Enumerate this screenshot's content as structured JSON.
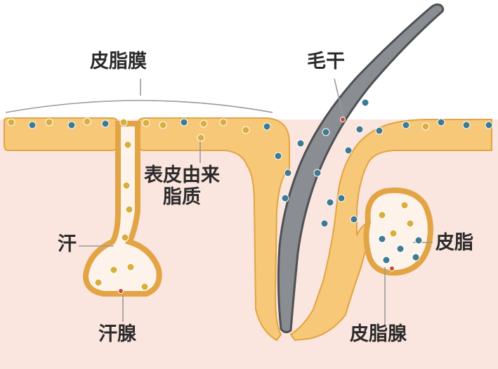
{
  "labels": {
    "sebum_film": "皮脂膜",
    "hair_shaft": "毛干",
    "epidermal_lipid_line1": "表皮由来",
    "epidermal_lipid_line2": "脂质",
    "sweat": "汗",
    "sebum": "皮脂",
    "sweat_gland": "汗腺",
    "sebaceous_gland": "皮脂腺"
  },
  "colors": {
    "background": "#ffffff",
    "dermis": "#fbe6df",
    "epidermis": "#f6c877",
    "epidermis_edge": "#e2a444",
    "gland_interior": "#fdf3ea",
    "hair": "#8a8d92",
    "hair_edge": "#4d5055",
    "dot_gold": "#d8ae3c",
    "dot_teal": "#3f7a93",
    "dot_red": "#c94a3a",
    "leader_line": "#9a9a9a",
    "text": "#2b2b2b"
  }
}
